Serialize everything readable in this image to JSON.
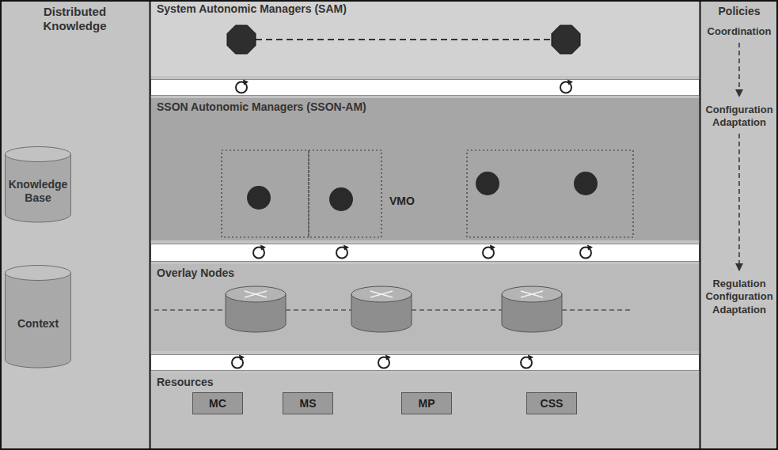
{
  "diagram": {
    "nodes": [
      {
        "text": [
          "Distributed Knowledge"
        ]
      },
      {
        "text": [
          "Knowledge Base"
        ],
        "in": 0
      },
      {
        "text": [
          "Context"
        ],
        "in": 0
      },
      {
        "text": [
          "System Autonomic Managers (SAM)"
        ]
      },
      {
        "text": [
          "SSON Autonomic Managers (SSON-AM)"
        ]
      },
      {
        "text": [
          "Overlay Nodes"
        ]
      },
      {
        "text": [
          "Resources"
        ]
      },
      {
        "text": [
          "MC"
        ],
        "in": 6
      },
      {
        "text": [
          "MS"
        ],
        "in": 6
      },
      {
        "text": [
          "MP"
        ],
        "in": 6
      },
      {
        "text": [
          "CSS"
        ],
        "in": 6
      },
      {
        "text": [
          "Policies"
        ]
      },
      {
        "text": [
          "Coordination"
        ],
        "in": 11
      },
      {
        "text": [
          "Configuration Adaptation"
        ],
        "in": 11
      },
      {
        "text": [
          "Regulation Configuration Adaptation"
        ],
        "in": 11
      }
    ],
    "edges": [
      {
        "from": 12,
        "to": 13,
        "arrow": "to"
      },
      {
        "from": 13,
        "to": 14,
        "arrow": "to"
      }
    ],
    "labels": [
      "VMO"
    ]
  }
}
